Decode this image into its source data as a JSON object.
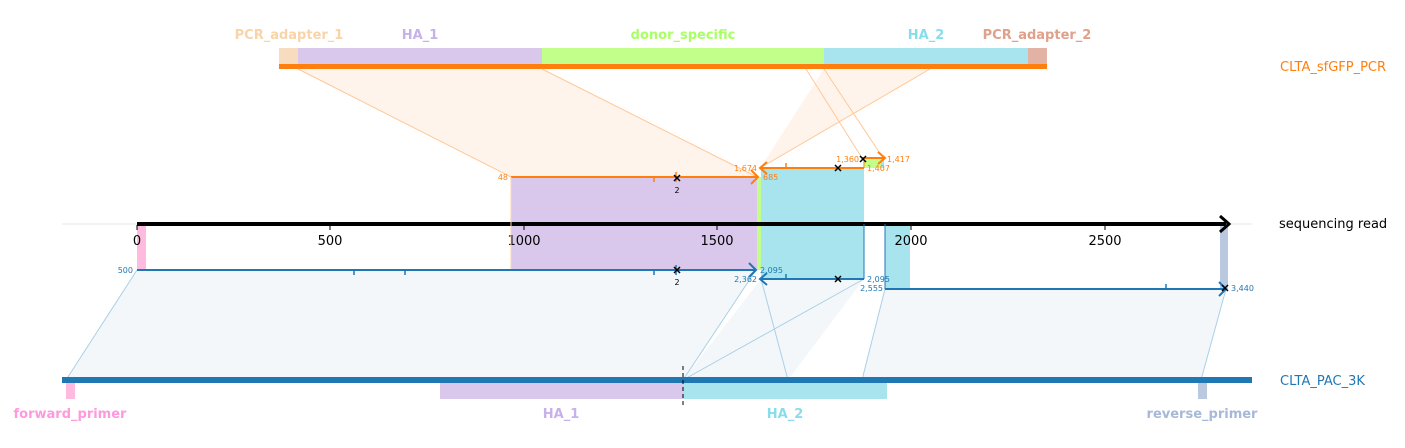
{
  "reference_top": {
    "name": "CLTA_sfGFP_PCR",
    "color": "#ff7f0e",
    "features": [
      {
        "label": "PCR_adapter_1",
        "color": "#f8d4a8"
      },
      {
        "label": "HA_1",
        "color": "#c8b0e8"
      },
      {
        "label": "donor_specific",
        "color": "#aaff66"
      },
      {
        "label": "HA_2",
        "color": "#88dded"
      },
      {
        "label": "PCR_adapter_2",
        "color": "#e0a08a"
      }
    ]
  },
  "read": {
    "label": "sequencing read",
    "ticks": [
      "0",
      "500",
      "1000",
      "1500",
      "2000",
      "2500"
    ]
  },
  "reference_bottom": {
    "name": "CLTA_PAC_3K",
    "color": "#1f77b4",
    "features": [
      {
        "label": "forward_primer",
        "color": "#ff99dd"
      },
      {
        "label": "HA_1",
        "color": "#c8b0e8"
      },
      {
        "label": "HA_2",
        "color": "#88dded"
      },
      {
        "label": "reverse_primer",
        "color": "#a8b8d8"
      }
    ]
  },
  "alignment_labels_top": [
    "48",
    "685",
    "2",
    "1,674",
    "1,360",
    "1,407",
    "1,417"
  ],
  "alignment_labels_bottom": [
    "500",
    "2",
    "2,095",
    "2,362",
    "2,095",
    "2,555",
    "3,440"
  ]
}
